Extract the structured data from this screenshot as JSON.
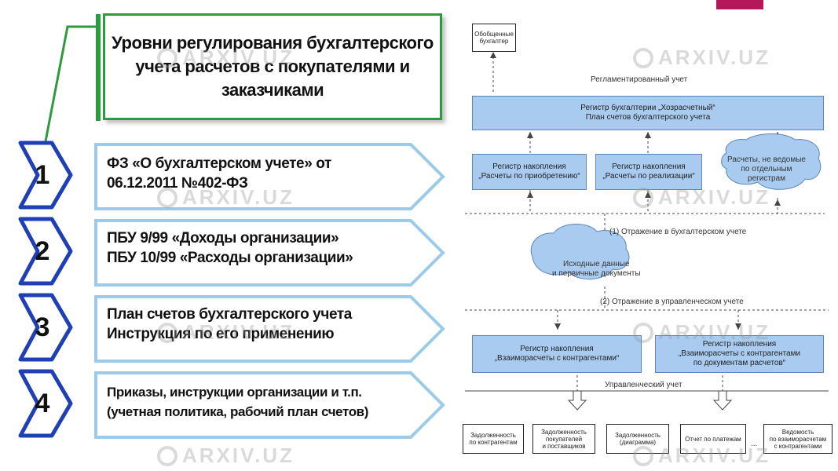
{
  "left_panel": {
    "title": "Уровни регулирования бухгалтерского\nучета расчетов с покупателями и\nзаказчиками",
    "levels": [
      {
        "number": "1",
        "text": "ФЗ «О бухгалтерском учете» от\n06.12.2011 №402-ФЗ"
      },
      {
        "number": "2",
        "text": "ПБУ 9/99 «Доходы организации»\nПБУ 10/99 «Расходы организации»"
      },
      {
        "number": "3",
        "text": "План счетов бухгалтерского учета\nИнструкция по его применению"
      },
      {
        "number": "4",
        "text": "Приказы, инструкции организации и т.п.\n(учетная политика, рабочий план счетов)"
      }
    ]
  },
  "diagram": {
    "top_small_box": "Обобщенные\nбухгалтер",
    "label_top": "Регламентированный учет",
    "main_register": "Регистр бухгалтерии „Хозрасчетный“\nПлан счетов бухгалтерского учета",
    "register_acquisition": "Регистр накопления\n„Расчеты по приобретению“",
    "register_sales": "Регистр накопления\n„Расчеты по реализации“",
    "cloud_settlements": "Расчеты, не ведомые\nпо отдельным\nрегистрам",
    "label_accounting": "(1) Отражение в бухгалтерском учете",
    "cloud_source": "Исходные данные\nи первичные документы",
    "label_management_reflect": "(2) Отражение в управленческом учете",
    "register_mutual": "Регистр накопления\n„Взаиморасчеты с контрагентами“",
    "register_mutual_docs": "Регистр накопления\n„Взаиморасчеты с контрагентами\nпо документам расчетов“",
    "label_management": "Управленческий учет",
    "reports": [
      "Задолженность\nпо контрагентам",
      "Задолженность\nпокупателей\nи поставщиков",
      "Задолженность\n(диаграмма)",
      "Отчет по платежам",
      "Ведомость\nпо взаиморасчетам\nс контрагентами"
    ],
    "ellipsis": "...",
    "watermark": "ARXIV.UZ"
  }
}
